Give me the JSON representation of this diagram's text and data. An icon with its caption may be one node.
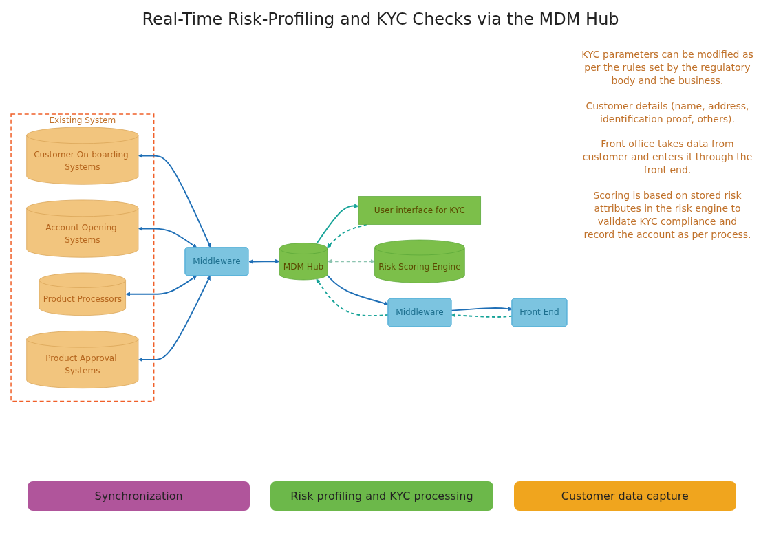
{
  "diagram": {
    "title": "Real-Time Risk-Profiling and KYC Checks via the MDM Hub",
    "nodes": [
      {
        "text": [
          "Existing System"
        ]
      },
      {
        "text": [
          "Customer On-boarding Systems"
        ],
        "in": 0
      },
      {
        "text": [
          "Account Opening Systems"
        ],
        "in": 0
      },
      {
        "text": [
          "Product Processors"
        ],
        "in": 0
      },
      {
        "text": [
          "Product Approval Systems"
        ],
        "in": 0
      },
      {
        "text": [
          "Middleware"
        ]
      },
      {
        "text": [
          "User interface for KYC"
        ]
      },
      {
        "text": [
          "MDM Hub"
        ]
      },
      {
        "text": [
          "Risk Scoring Engine"
        ]
      },
      {
        "text": [
          "Middleware"
        ]
      },
      {
        "text": [
          "Front End"
        ]
      }
    ],
    "edges": [
      {
        "from": 1,
        "to": 5,
        "arrow": "both"
      },
      {
        "from": 2,
        "to": 5,
        "arrow": "both"
      },
      {
        "from": 3,
        "to": 5,
        "arrow": "both"
      },
      {
        "from": 4,
        "to": 5,
        "arrow": "both"
      },
      {
        "from": 5,
        "to": 7,
        "arrow": "both"
      },
      {
        "from": 6,
        "to": 7,
        "arrow": "to",
        "style": "dashed",
        "color": "#17a398"
      },
      {
        "from": 7,
        "to": 6,
        "arrow": "to",
        "color": "#17a398"
      },
      {
        "from": 7,
        "to": 8,
        "arrow": "both",
        "style": "dashed",
        "color": "#8cc4b0"
      },
      {
        "from": 7,
        "to": 9,
        "arrow": "to"
      },
      {
        "from": 9,
        "to": 10,
        "arrow": "to"
      },
      {
        "from": 10,
        "to": 9,
        "arrow": "to",
        "style": "dashed",
        "color": "#17a398"
      },
      {
        "from": 9,
        "to": 7,
        "arrow": "to",
        "style": "dashed",
        "color": "#17a398"
      }
    ],
    "labels": [
      "KYC parameters can be modified as per the rules set by the regulatory body and the business.",
      "Customer details (name, address, identification proof, others).",
      "Front office takes data from customer and enters it through the front end.",
      "Scoring is based on stored risk attributes in the risk engine to validate KYC compliance and record the account as per process."
    ],
    "legend": [
      {
        "text": "Synchronization",
        "color": "#b0559b"
      },
      {
        "text": "Risk profiling and KYC processing",
        "color": "#6cb84a"
      },
      {
        "text": "Customer data capture",
        "color": "#f0a51e"
      }
    ]
  }
}
